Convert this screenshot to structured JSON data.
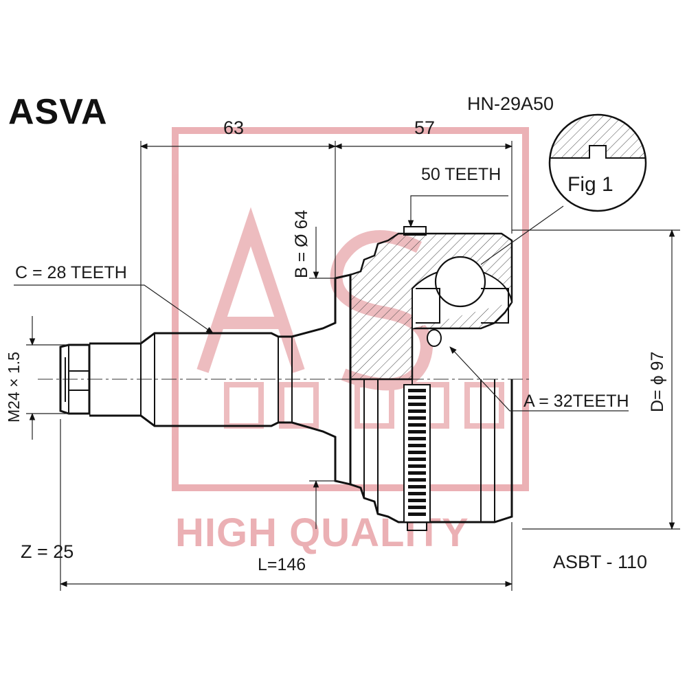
{
  "brand": "ASVA",
  "part_number": "HN-29A50",
  "reference_code": "ASBT - 110",
  "figure_label": "Fig 1",
  "watermark": {
    "text": "HIGH QUALITY",
    "color": "#e8a3a8"
  },
  "dimensions": {
    "length_left": "63",
    "length_right": "57",
    "outer_teeth": "50 TEETH",
    "bore": "B = Ø 64",
    "shaft_teeth": "C = 28 TEETH",
    "thread": "M24 × 1.5",
    "inner_teeth": "A = 32TEETH",
    "outer_diameter": "D= ϕ 97",
    "abs_teeth": "Z = 25",
    "total_length": "L=146"
  },
  "colors": {
    "line": "#111111",
    "watermark": "#e8a3a8"
  }
}
